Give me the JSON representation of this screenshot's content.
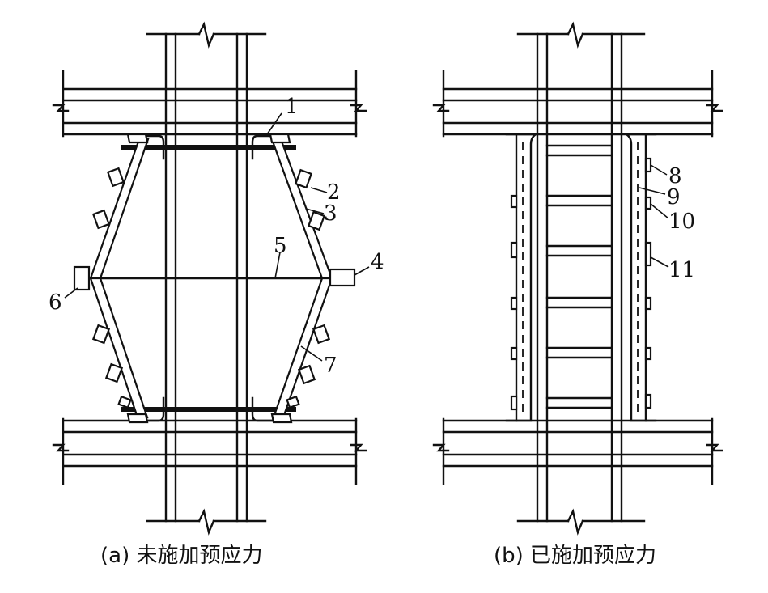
{
  "labels_a": [
    "1",
    "2",
    "3",
    "4",
    "5",
    "6",
    "7"
  ],
  "labels_b": [
    "8",
    "9",
    "10",
    "11"
  ],
  "captions": {
    "a": "(a) 未施加预应力",
    "b": "(b) 已施加预应力"
  },
  "colors": {
    "line": "#111111",
    "background": "#ffffff"
  }
}
